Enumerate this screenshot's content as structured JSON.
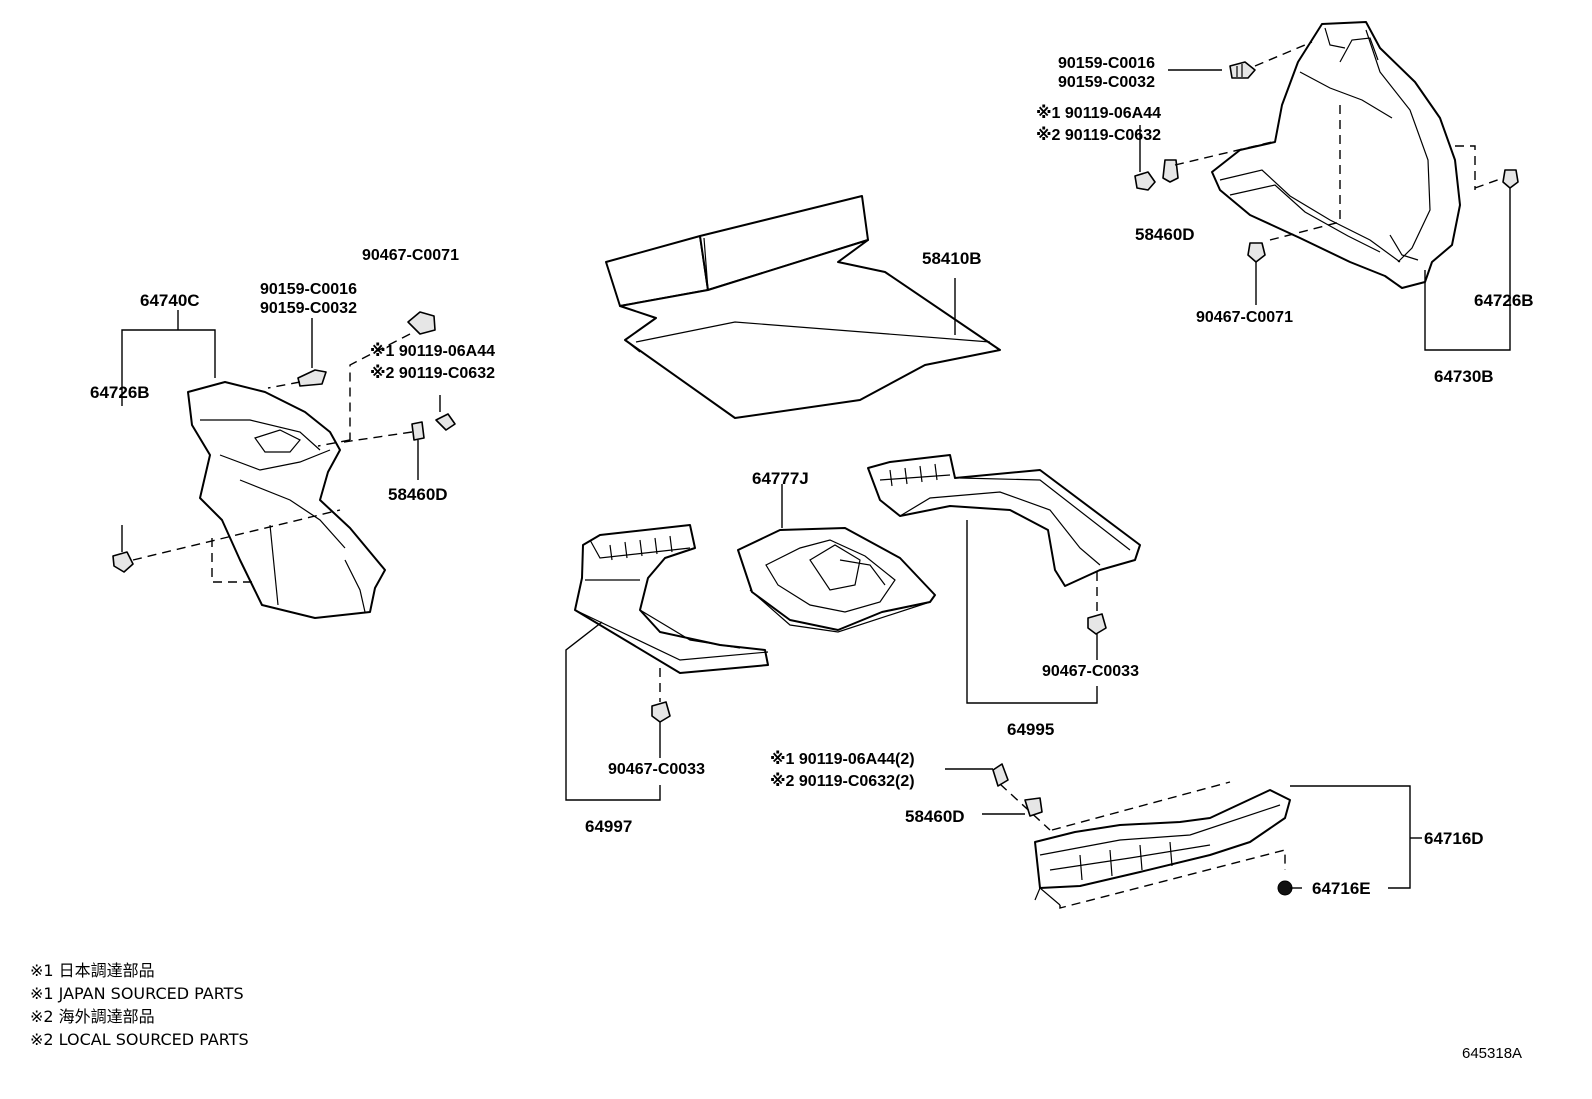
{
  "labels": {
    "l_90159_c0016_tr": "90159-C0016",
    "l_90159_c0032_tr": "90159-C0032",
    "l_90119_06a44_tr": "※1 90119-06A44",
    "l_90119_c0632_tr": "※2 90119-C0632",
    "l_58460d_tr": "58460D",
    "l_90467_c0071_tr": "90467-C0071",
    "l_64726b_tr": "64726B",
    "l_64730b": "64730B",
    "l_58410b": "58410B",
    "l_90467_c0071_l": "90467-C0071",
    "l_90159_c0016_l": "90159-C0016",
    "l_90159_c0032_l": "90159-C0032",
    "l_64740c": "64740C",
    "l_90119_06a44_l": "※1 90119-06A44",
    "l_90119_c0632_l": "※2 90119-C0632",
    "l_64726b_l": "64726B",
    "l_58460d_l": "58460D",
    "l_64777j": "64777J",
    "l_90467_c0033_r": "90467-C0033",
    "l_64995": "64995",
    "l_90467_c0033_l": "90467-C0033",
    "l_64997": "64997",
    "l_90119_06a44_b": "※1 90119-06A44(2)",
    "l_90119_c0632_b": "※2 90119-C0632(2)",
    "l_58460d_b": "58460D",
    "l_64716d": "64716D",
    "l_64716e": "64716E"
  },
  "notes": [
    "※1 日本調達部品",
    "※1 JAPAN SOURCED PARTS",
    "※2 海外調達部品",
    "※2 LOCAL SOURCED PARTS"
  ],
  "figure_ref": "645318A"
}
